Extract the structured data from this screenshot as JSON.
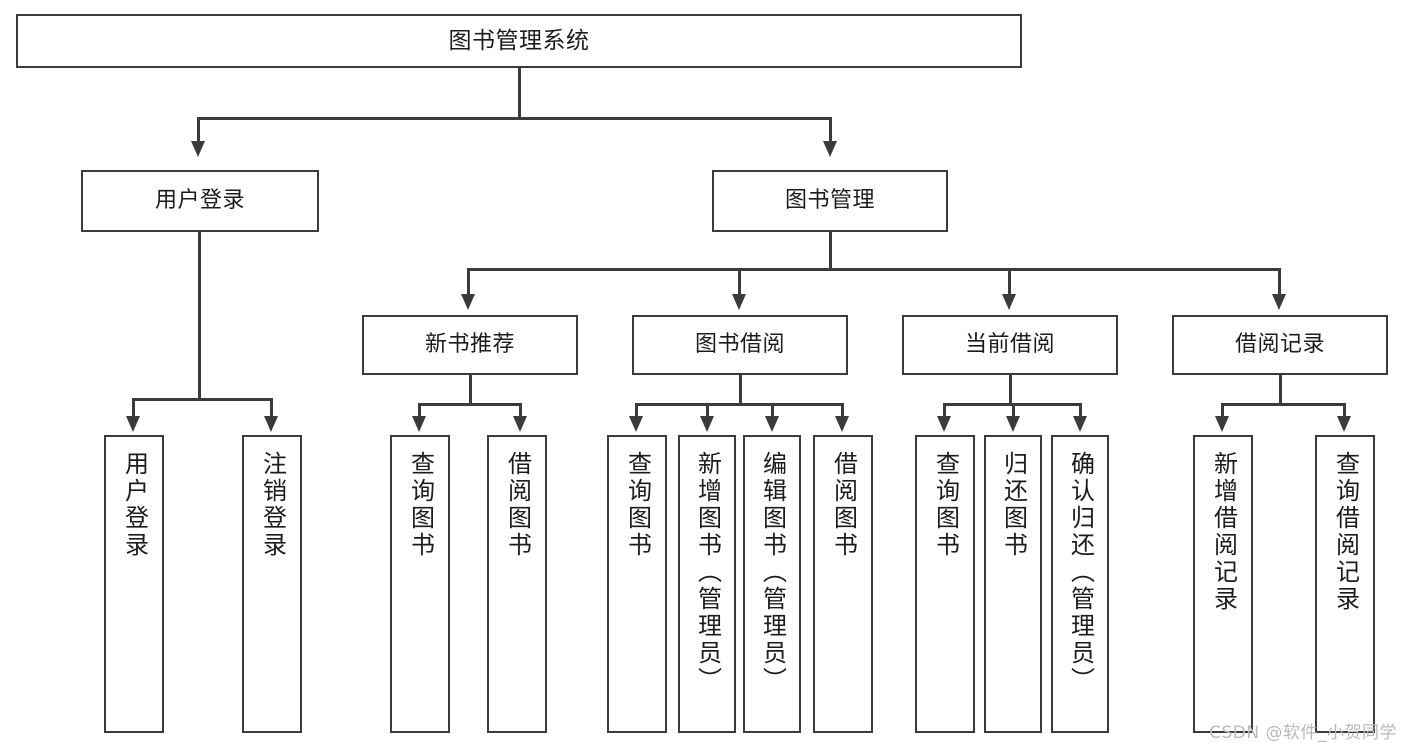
{
  "diagram": {
    "type": "tree-hierarchy",
    "title": "图书管理系统",
    "orientation": "top-down",
    "colors": {
      "stroke": "#3b3b3b",
      "fill": "#ffffff",
      "text": "#1c1c1c",
      "watermark": "#b9b9b9"
    },
    "levels": {
      "level1": [
        "图书管理系统"
      ],
      "level2": [
        "用户登录",
        "图书管理"
      ],
      "level3": [
        "新书推荐",
        "图书借阅",
        "当前借阅",
        "借阅记录"
      ],
      "level4": [
        "用户登录",
        "注销登录",
        "查询图书",
        "借阅图书",
        "查询图书",
        "新增图书（管理员）",
        "编辑图书（管理员）",
        "借阅图书",
        "查询图书",
        "归还图书",
        "确认归还（管理员）",
        "新增借阅记录",
        "查询借阅记录"
      ]
    }
  },
  "nodes": {
    "root": {
      "label": "图书管理系统"
    },
    "user_login": {
      "label": "用户登录"
    },
    "book_manage": {
      "label": "图书管理"
    },
    "new_book_rec": {
      "label": "新书推荐"
    },
    "book_borrow": {
      "label": "图书借阅"
    },
    "current_borrow": {
      "label": "当前借阅"
    },
    "borrow_record": {
      "label": "借阅记录"
    },
    "leaf_user_login": {
      "label": "用户登录"
    },
    "leaf_logout": {
      "label": "注销登录"
    },
    "leaf_query_book_1": {
      "label": "查询图书"
    },
    "leaf_borrow_book_1": {
      "label": "借阅图书"
    },
    "leaf_query_book_2": {
      "label": "查询图书"
    },
    "leaf_add_book": {
      "label": "新增图书（管理员）"
    },
    "leaf_edit_book": {
      "label": "编辑图书（管理员）"
    },
    "leaf_borrow_book_2": {
      "label": "借阅图书"
    },
    "leaf_query_book_3": {
      "label": "查询图书"
    },
    "leaf_return_book": {
      "label": "归还图书"
    },
    "leaf_confirm_return": {
      "label": "确认归还（管理员）"
    },
    "leaf_add_record": {
      "label": "新增借阅记录"
    },
    "leaf_query_record": {
      "label": "查询借阅记录"
    }
  },
  "watermark": {
    "text": "CSDN @软件_小贺同学"
  }
}
